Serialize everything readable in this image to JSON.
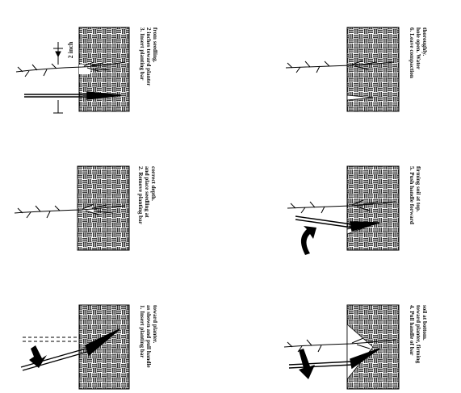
{
  "captions": [
    {
      "id": 1,
      "lines": [
        "1. Insert planting bar",
        "as shown and pull handle",
        "toward planter."
      ]
    },
    {
      "id": 2,
      "lines": [
        "2. Remove planting bar",
        "and place seedling at",
        "correct depth."
      ]
    },
    {
      "id": 3,
      "lines": [
        "3. Insert planting bar",
        "2 inches toward planter",
        "from seedling."
      ]
    },
    {
      "id": 4,
      "lines": [
        "4. Pull handle of bar",
        "toward planter, firming",
        "soil at bottom."
      ]
    },
    {
      "id": 5,
      "lines": [
        "5. Push handle forward",
        "firming soil at top."
      ]
    },
    {
      "id": 6,
      "lines": [
        "6. Leave compaction",
        "hole open. Water",
        "thoroughly."
      ]
    }
  ],
  "measure_label": "2 inch"
}
